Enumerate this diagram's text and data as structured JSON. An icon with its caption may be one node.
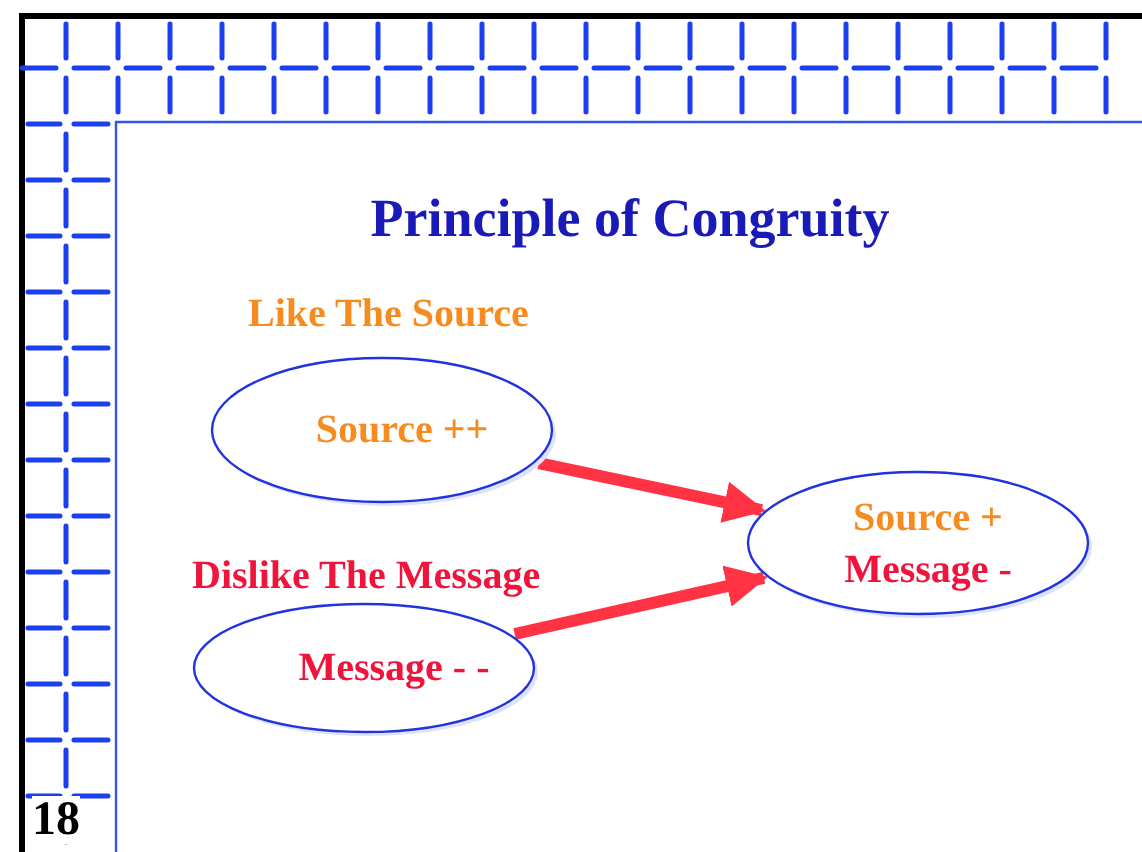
{
  "diagram": {
    "title": "Principle of Congruity",
    "nodes": [
      {
        "text": [
          "Source ++"
        ],
        "beside": [
          "Like The Source"
        ]
      },
      {
        "text": [
          "Message - -"
        ],
        "beside": [
          "Dislike The Message"
        ]
      },
      {
        "text": [
          "Source +",
          "Message -"
        ]
      }
    ],
    "edges": [
      {
        "from": 0,
        "to": 2,
        "arrow": "to"
      },
      {
        "from": 1,
        "to": 2,
        "arrow": "to"
      }
    ],
    "labels": [
      "18"
    ]
  }
}
